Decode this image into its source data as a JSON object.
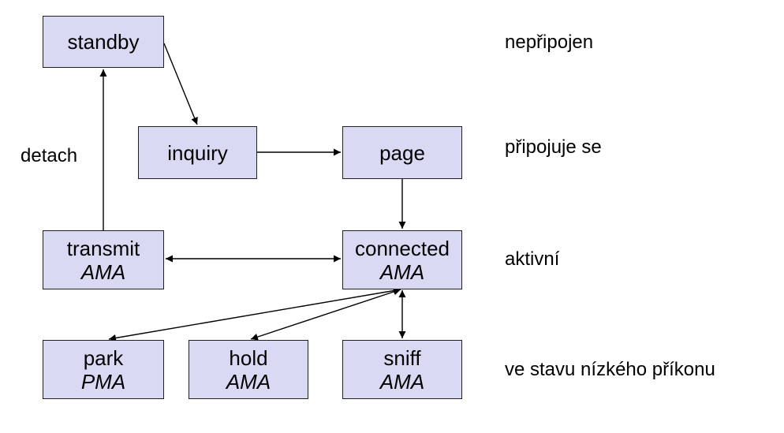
{
  "states": {
    "standby": {
      "name": "standby"
    },
    "inquiry": {
      "name": "inquiry"
    },
    "page": {
      "name": "page"
    },
    "transmit": {
      "name": "transmit",
      "address": "AMA"
    },
    "connected": {
      "name": "connected",
      "address": "AMA"
    },
    "park": {
      "name": "park",
      "address": "PMA"
    },
    "hold": {
      "name": "hold",
      "address": "AMA"
    },
    "sniff": {
      "name": "sniff",
      "address": "AMA"
    }
  },
  "transition_labels": {
    "detach": "detach"
  },
  "row_labels": {
    "row1": "nepřipojen",
    "row2": "připojuje se",
    "row3": "aktivní",
    "row4": "ve stavu nízkého příkonu"
  },
  "edges": [
    {
      "from": "standby",
      "to": "inquiry",
      "direction": "forward"
    },
    {
      "from": "inquiry",
      "to": "page",
      "direction": "forward"
    },
    {
      "from": "page",
      "to": "connected",
      "direction": "forward"
    },
    {
      "from": "transmit",
      "to": "standby",
      "direction": "forward",
      "label": "detach"
    },
    {
      "from": "transmit",
      "to": "connected",
      "direction": "both"
    },
    {
      "from": "connected",
      "to": "park",
      "direction": "both"
    },
    {
      "from": "connected",
      "to": "hold",
      "direction": "both"
    },
    {
      "from": "connected",
      "to": "sniff",
      "direction": "both"
    }
  ],
  "colors": {
    "box_fill": "#d9d9f3",
    "box_border": "#202020",
    "line": "#000000"
  }
}
